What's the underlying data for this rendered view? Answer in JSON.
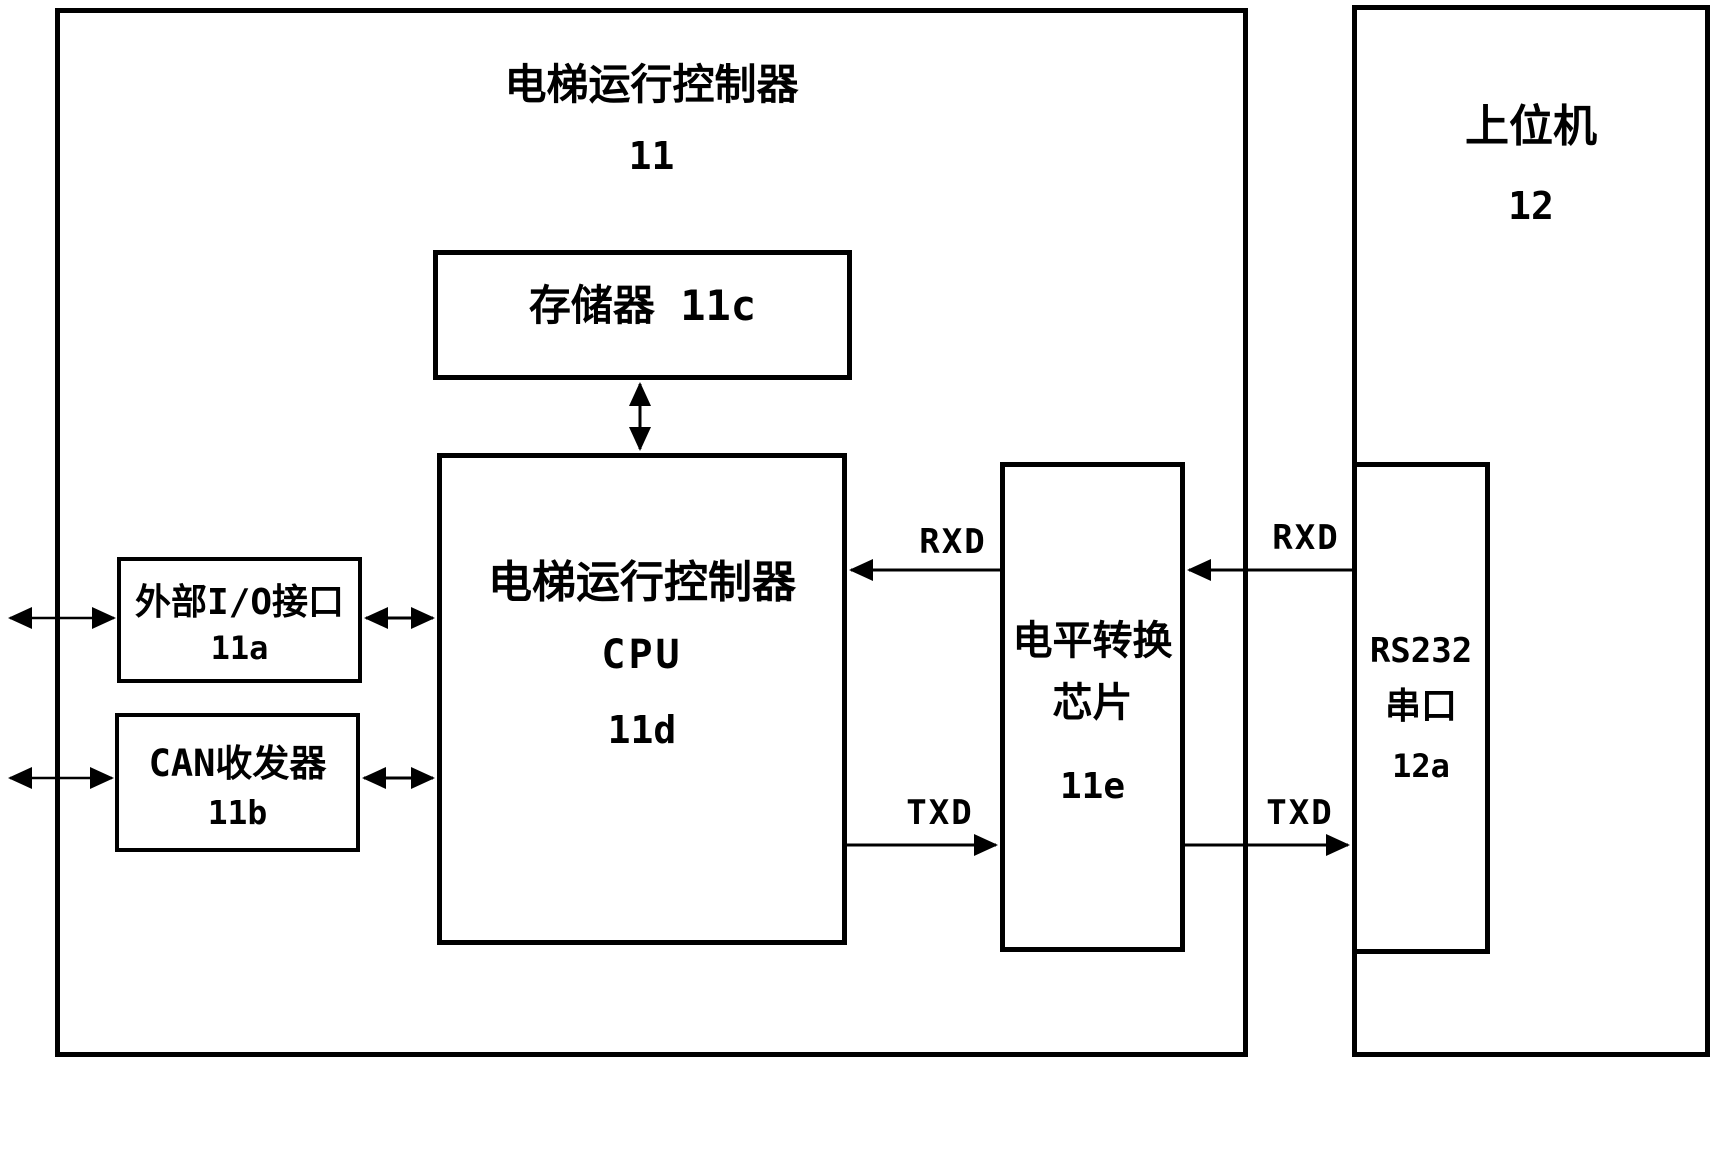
{
  "figure": {
    "controller_box": {
      "title": "电梯运行控制器",
      "ref": "11",
      "memory": {
        "label": "存储器 11c"
      },
      "cpu": {
        "line1": "电梯运行控制器",
        "line2": "CPU",
        "ref": "11d"
      },
      "io": {
        "label": "外部I/O接口",
        "ref": "11a"
      },
      "can": {
        "label": "CAN收发器",
        "ref": "11b"
      },
      "level_shifter": {
        "line1": "电平转换",
        "line2": "芯片",
        "ref": "11e"
      }
    },
    "host_box": {
      "title": "上位机",
      "ref": "12",
      "serial": {
        "line1": "RS232",
        "line2": "串口",
        "ref": "12a"
      }
    },
    "signals": {
      "rxd": "RXD",
      "txd": "TXD"
    },
    "colors": {
      "ink": "#000000",
      "paper": "#ffffff"
    }
  }
}
